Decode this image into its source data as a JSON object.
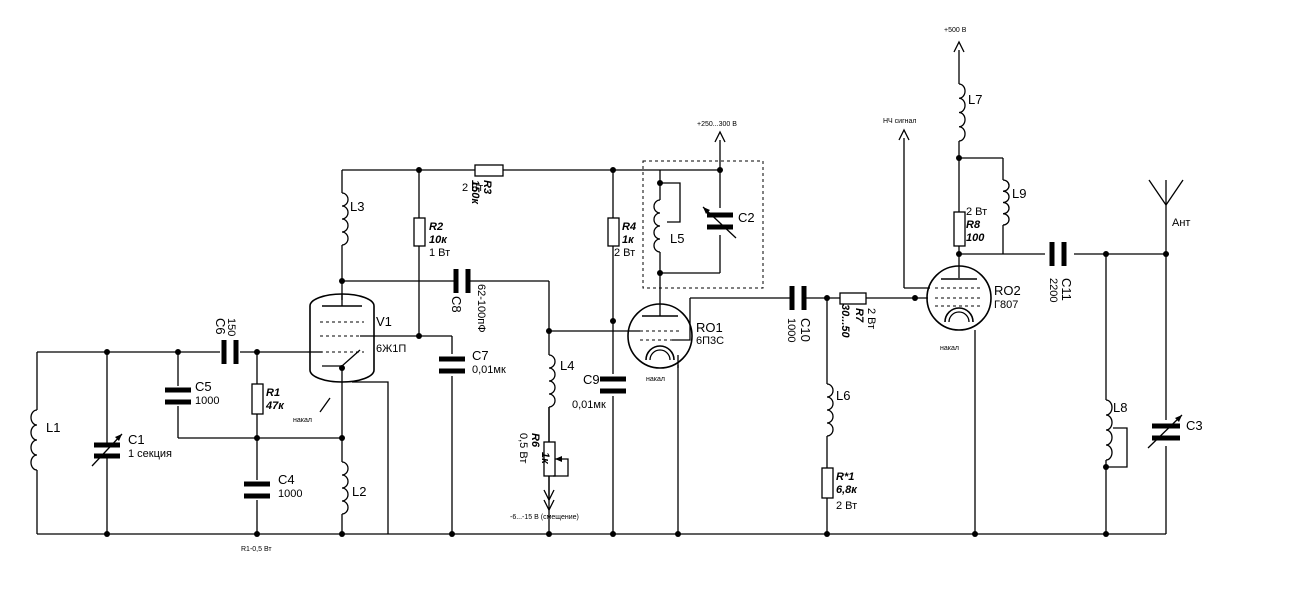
{
  "labels": {
    "v1": "V1",
    "v1_type": "6Ж1П",
    "ro1": "RO1",
    "ro1_type": "6П3С",
    "ro2": "RO2",
    "ro2_type": "Г807",
    "l1": "L1",
    "l2": "L2",
    "l3": "L3",
    "l4": "L4",
    "l5": "L5",
    "l6": "L6",
    "l7": "L7",
    "l8": "L8",
    "l9": "L9",
    "c1": "C1",
    "c1_val": "1 секция",
    "c2": "C2",
    "c3": "C3",
    "c4": "C4",
    "c4_val": "1000",
    "c5": "C5",
    "c5_val": "1000",
    "c6": "C6",
    "c6_val": "150",
    "c7": "C7",
    "c7_val": "0,01мк",
    "c8": "C8",
    "c8_val": "62-100пФ",
    "c9": "C9",
    "c9_val": "0,01мк",
    "c10": "C10",
    "c10_val": "1000",
    "c11": "C11",
    "c11_val": "2200",
    "r1": "R1",
    "r1_val": "47к",
    "r2": "R2",
    "r2_val": "10к",
    "r2_pow": "1 Вт",
    "r3": "R3",
    "r3_val": "150к",
    "r3_pow": "2 Вт",
    "r4": "R4",
    "r4_val": "1к",
    "r4_pow": "2 Вт",
    "r6": "R6",
    "r6_val": "1к",
    "r6_pow": "0,5 Вт",
    "r7": "R7",
    "r7_val": "30...50",
    "r7_pow": "2 Вт",
    "r8": "R8",
    "r8_val": "100",
    "r8_pow": "2 Вт",
    "rstar": "R*1",
    "rstar_val": "6,8к",
    "rstar_pow": "2 Вт",
    "nakal_v1": "накал",
    "nakal_ro1": "накал",
    "nakal_ro2": "накал",
    "supply_ro1": "+250...300 В",
    "supply_ro2": "+500 В",
    "bias": "-6...-15 В (смещение)",
    "af_signal": "НЧ сигнал",
    "antenna": "Ант",
    "note_r1": "R1-0,5 Вт"
  }
}
